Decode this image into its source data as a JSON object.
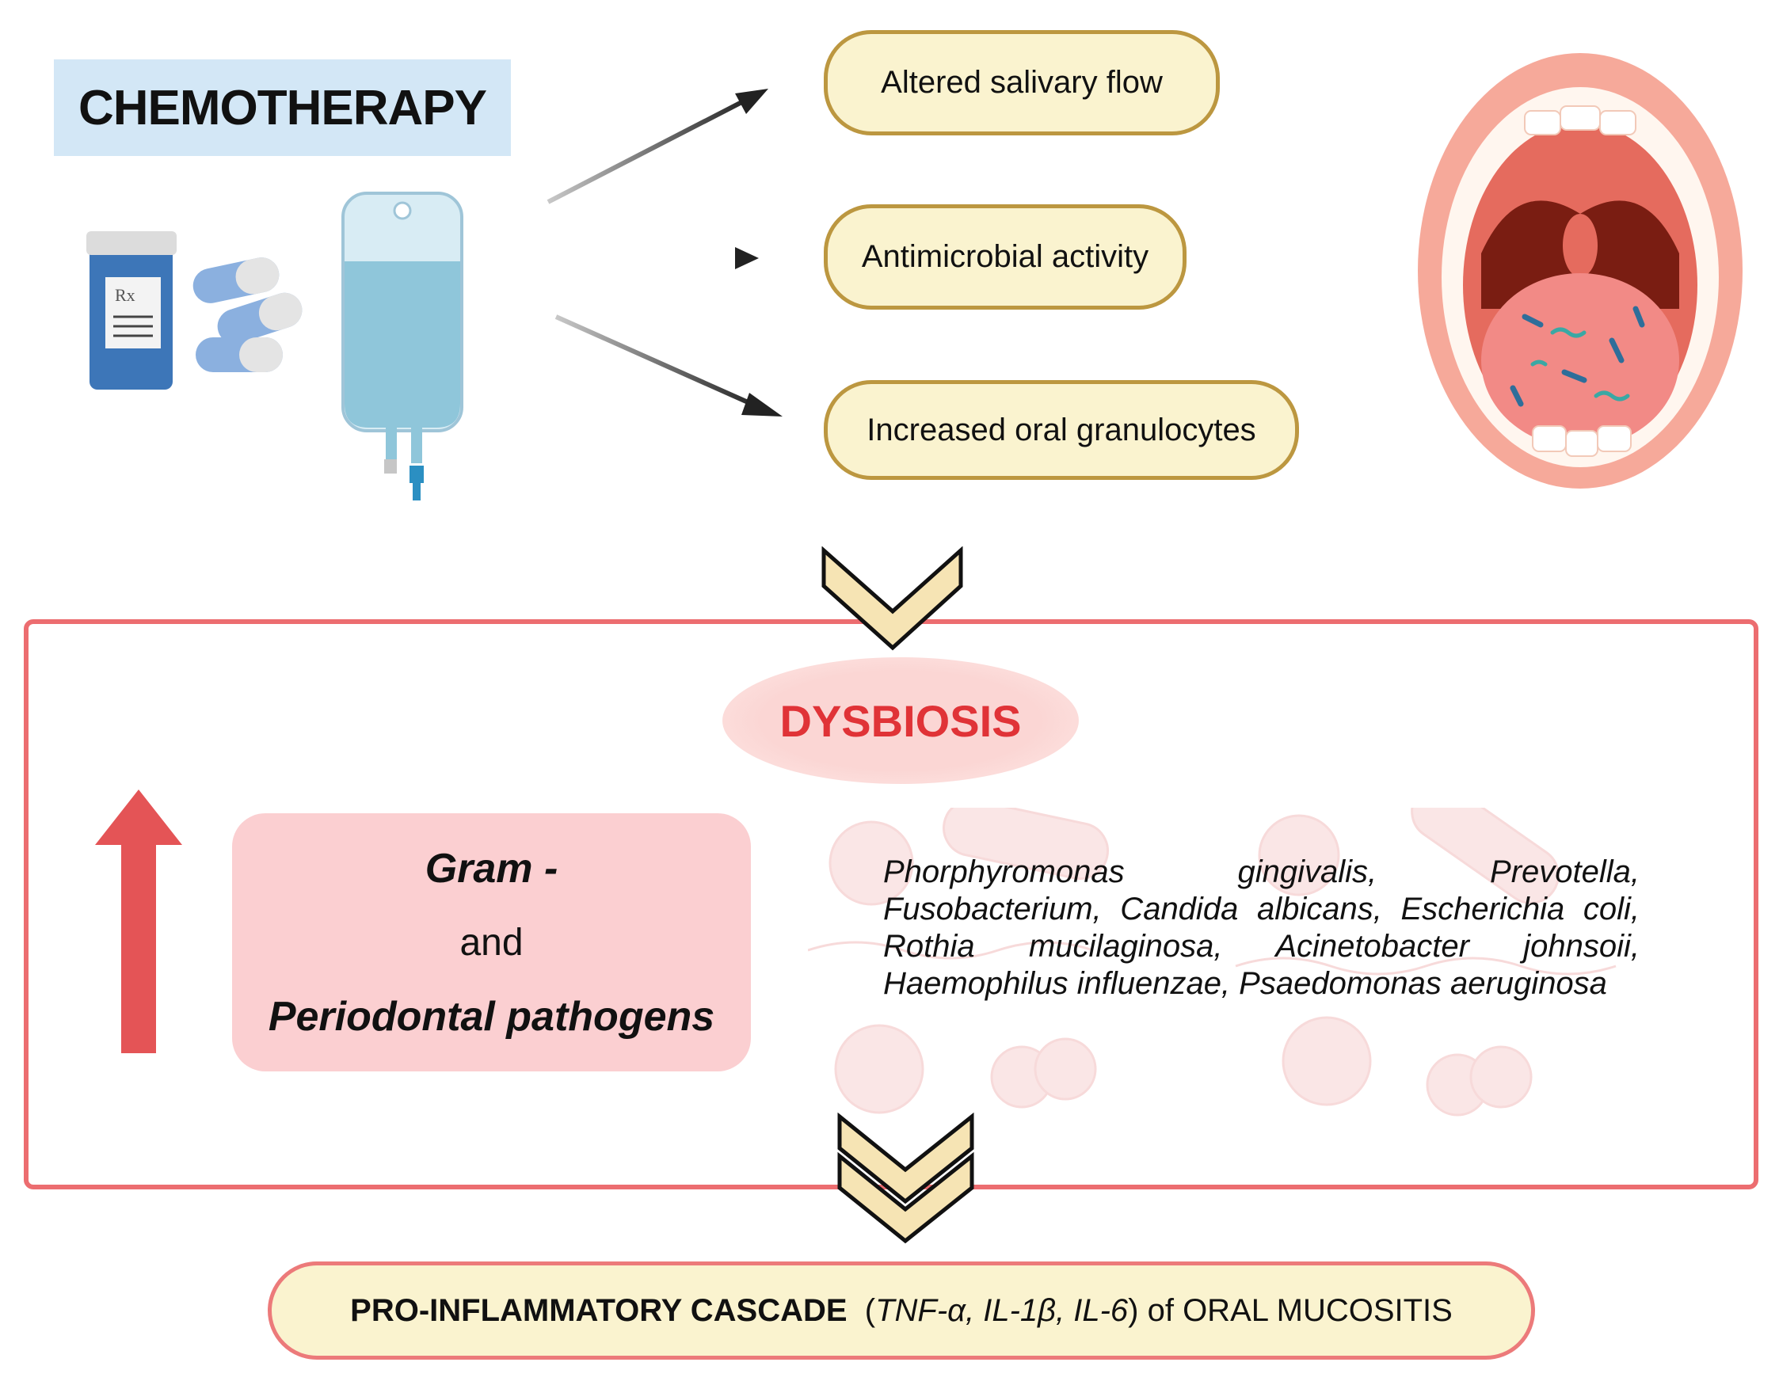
{
  "title": "CHEMOTHERAPY",
  "effects": [
    {
      "label": "Altered salivary flow"
    },
    {
      "label": "Antimicrobial activity"
    },
    {
      "label": "Increased oral granulocytes"
    }
  ],
  "dysbiosis": {
    "label": "DYSBIOSIS",
    "increase": {
      "line1": "Gram -",
      "line2": "and",
      "line3": "Periodontal pathogens"
    },
    "species": "Phorphyromonas gingivalis, Prevotella, Fusobacterium, Candida albicans, Escherichia coli, Rothia mucilaginosa, Acinetobacter johnsoii, Haemophilus influenzae, Psaedomonas aeruginosa"
  },
  "cascade": {
    "bold": "PRO-INFLAMMATORY CASCADE",
    "open_paren": "(",
    "cytokines": "TNF-α, IL-1β, IL-6",
    "close_rest": ") of ORAL MUCOSITIS"
  },
  "icon_prescription_label": "Rx",
  "colors": {
    "chemo_bg": "#d3e7f6",
    "pill_fill": "#faf3cf",
    "pill_border": "#bc9740",
    "frame": "#ec6d70",
    "dysbiosis_text": "#e03337",
    "gram_box": "#fbcfd1",
    "chevron_fill": "#f6e4b4"
  }
}
